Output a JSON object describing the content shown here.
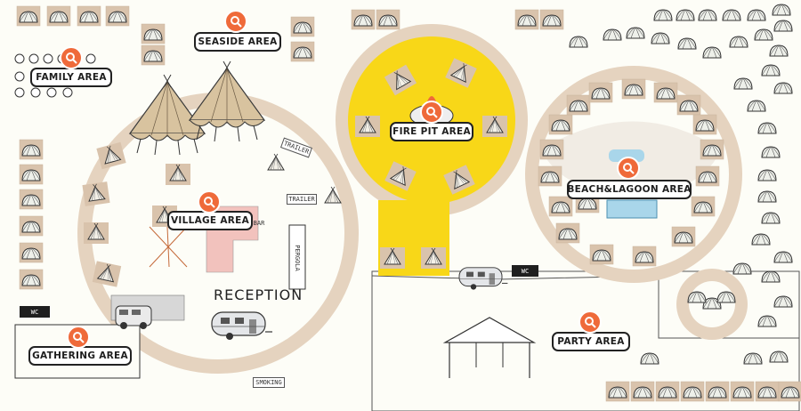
{
  "areas": {
    "seaside": "SEASIDE AREA",
    "family": "FAMILY AREA",
    "fire_pit": "FIRE PIT AREA",
    "beach_lagoon": "BEACH&LAGOON AREA",
    "village": "VILLAGE AREA",
    "party": "PARTY AREA",
    "gathering": "GATHERING AREA"
  },
  "signs": {
    "reception": "RECEPTION",
    "trailer_1": "TRAILER",
    "trailer_2": "TRAILER",
    "pergola": "PERGOLA",
    "bar": "BAR",
    "wc_left": "WC",
    "wc_right": "WC",
    "smoking": "SMOKING"
  },
  "icons": {
    "search": "search-icon",
    "tent": "tipi-tent-icon",
    "dome": "dome-tent-icon",
    "airstream": "airstream-trailer-icon",
    "van": "camper-van-icon",
    "canopy": "canopy-tent-icon"
  },
  "colors": {
    "path": "#e5d3bf",
    "plot": "#d9c3ac",
    "fire_pit_zone": "#f8d718",
    "lagoon": "#d5eaf4",
    "accent": "#ef6a3a",
    "bar": "#f2c2bd"
  }
}
